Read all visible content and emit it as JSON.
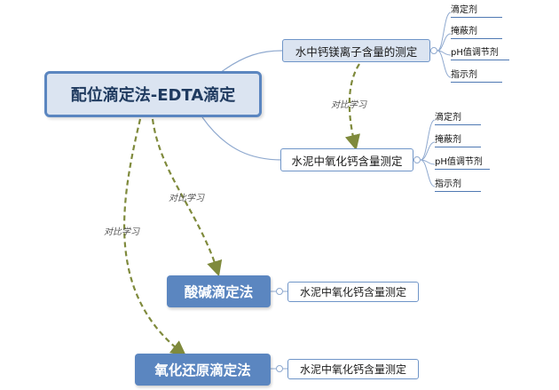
{
  "root": {
    "label": "配位滴定法-EDTA滴定"
  },
  "branch_top": {
    "label": "水中钙镁离子含量的测定",
    "children": [
      "滴定剂",
      "掩蔽剂",
      "pH值调节剂",
      "指示剂"
    ]
  },
  "branch_mid": {
    "label": "水泥中氧化钙含量测定",
    "children": [
      "滴定剂",
      "掩蔽剂",
      "pH值调节剂",
      "指示剂"
    ]
  },
  "acid_base": {
    "label": "酸碱滴定法",
    "child": "水泥中氧化钙含量测定"
  },
  "redox": {
    "label": "氧化还原滴定法",
    "child": "水泥中氧化钙含量测定"
  },
  "relation_labels": {
    "top_to_mid": "对比学习",
    "root_to_acid": "对比学习",
    "root_to_redox": "对比学习"
  },
  "colors": {
    "node_blue": "#5b86c0",
    "node_light": "#dbe4f1",
    "dashed_arrow": "#7f8a3c"
  }
}
